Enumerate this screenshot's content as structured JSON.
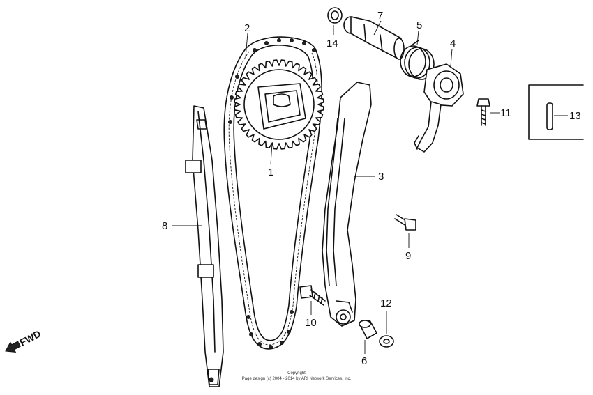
{
  "callouts": {
    "c1": "1",
    "c2": "2",
    "c3": "3",
    "c4": "4",
    "c5": "5",
    "c6": "6",
    "c7": "7",
    "c8": "8",
    "c9": "9",
    "c10": "10",
    "c11": "11",
    "c12": "12",
    "c13": "13",
    "c14": "14"
  },
  "direction": {
    "label": "FWD",
    "arrow_icon": "fwd-arrow-icon"
  },
  "copyright": {
    "line1": "Copyright",
    "line2": "Page design (c) 2004 - 2014 by ARI Network Services, Inc."
  }
}
